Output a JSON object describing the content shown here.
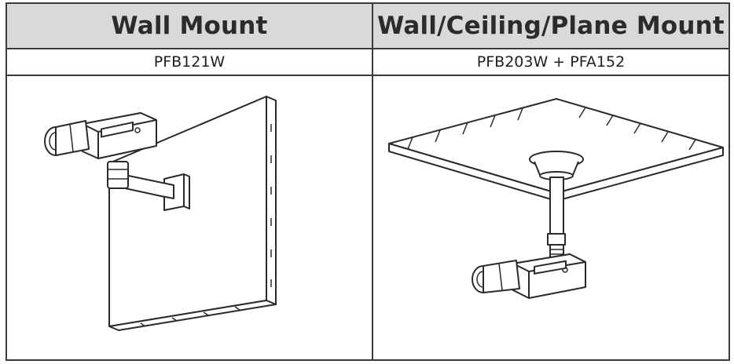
{
  "columns": [
    {
      "heading": "Wall Mount",
      "model": "PFB121W",
      "illustration": "wall-mount-camera-drawing"
    },
    {
      "heading": "Wall/Ceiling/Plane Mount",
      "model": "PFB203W + PFA152",
      "illustration": "ceiling-mount-camera-drawing"
    }
  ]
}
